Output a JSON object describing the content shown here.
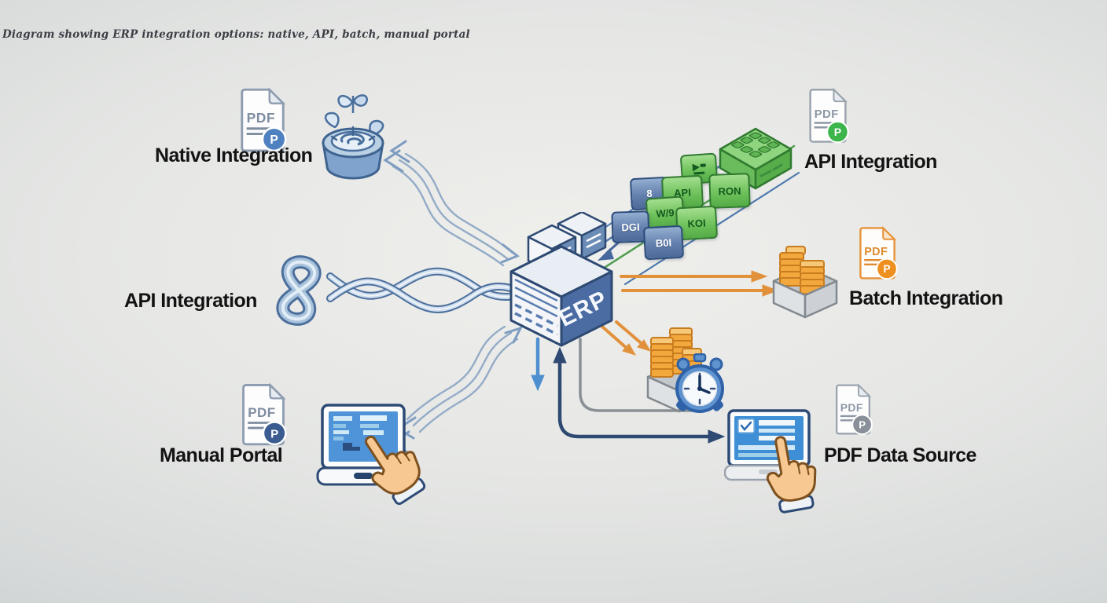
{
  "caption": "Diagram showing ERP integration options: native, API, batch, manual portal",
  "labels": {
    "native": "Native Integration",
    "api_left": "API Integration",
    "manual_portal": "Manual Portal",
    "api_right": "API Integration",
    "batch": "Batch Integration",
    "pdf_source": "PDF Data Source"
  },
  "erp": {
    "label": "ERP"
  },
  "pdf_icon": {
    "doc_text": "PDF",
    "badge_letter": "P"
  },
  "api_tiles": {
    "green": {
      "api": "API",
      "ron": "RON",
      "w9": "W/9",
      "koi": "KOI"
    },
    "blue": {
      "t8": "8",
      "dgi": "DGI",
      "b0i": "B0I"
    }
  },
  "icons": {
    "pdf_doc": "pdf-document",
    "plant_pot": "native-plant-pot",
    "knot": "api-knot",
    "twisted_cable": "twisted-cable",
    "green_cube": "api-block-cube",
    "batch_tray": "batch-paper-stack-tray",
    "alarm_clock": "scheduled-batch-clock",
    "laptop": "laptop-screen",
    "hand_cursor": "pointing-hand-cursor"
  },
  "colors": {
    "native_badge": "#4f81c0",
    "manual_badge": "#3a5c90",
    "api_badge": "#3cb54a",
    "batch_badge": "#ef8f1f",
    "pdf_source_badge": "#8a9099",
    "erp_blue": "#4a6ca3",
    "green": "#5cb652",
    "orange": "#e2913b",
    "navy": "#2e4a73",
    "light_blue_arrow": "#8fa9c6"
  }
}
